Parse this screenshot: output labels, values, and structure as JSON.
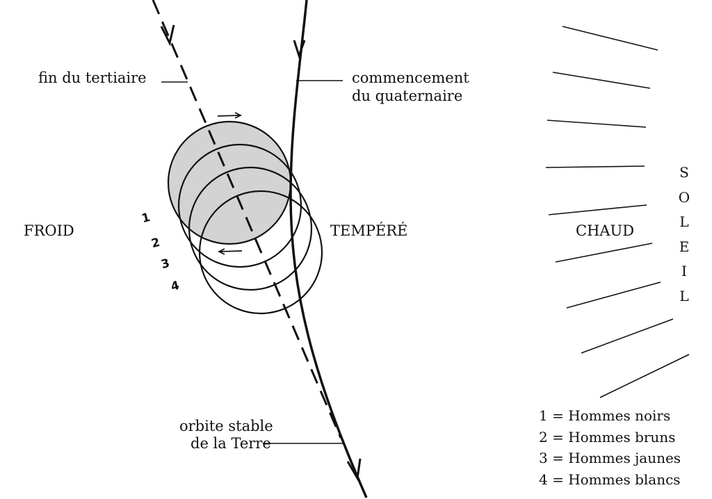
{
  "labels": {
    "fin_tertiaire": "fin du tertiaire",
    "commencement_line1": "commencement",
    "commencement_line2": "du quaternaire",
    "froid": "FROID",
    "tempere": "TEMPÉRÉ",
    "chaud": "CHAUD",
    "orbite_line1": "orbite stable",
    "orbite_line2": "de la Terre"
  },
  "soleil": [
    "S",
    "O",
    "L",
    "E",
    "I",
    "L"
  ],
  "numbers": [
    "1",
    "2",
    "3",
    "4"
  ],
  "legend": [
    "1 = Hommes noirs",
    "2 = Hommes bruns",
    "3 = Hommes jaunes",
    "4 = Hommes blancs"
  ],
  "colors": {
    "shade": "#d3d3d3",
    "ink": "#111111"
  }
}
